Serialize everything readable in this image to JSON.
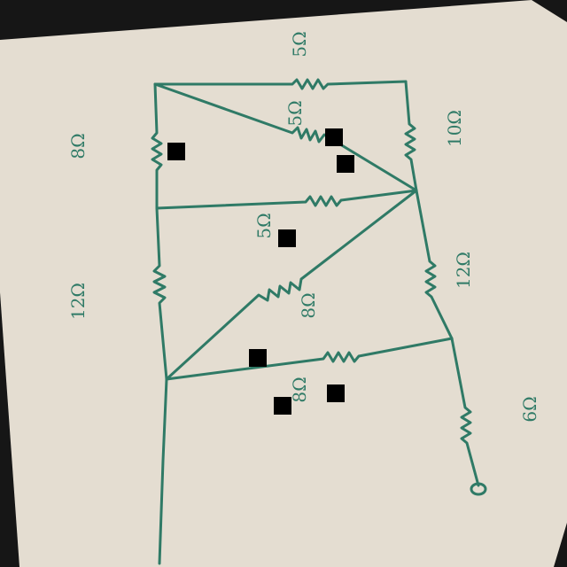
{
  "diagram": {
    "labels": {
      "top": "5Ω",
      "left_upper": "8Ω",
      "right_upper": "10Ω",
      "diag_upper": "5Ω",
      "middle": "5Ω",
      "left_lower": "12Ω",
      "right_middle": "12Ω",
      "diag_lower": "8Ω",
      "bottom_middle": "8Ω",
      "bottom_right": "6Ω"
    },
    "colors": {
      "paper": "#e4ddd1",
      "ink": "#2f7a66",
      "background": "#161616",
      "redaction": "#000000"
    }
  }
}
